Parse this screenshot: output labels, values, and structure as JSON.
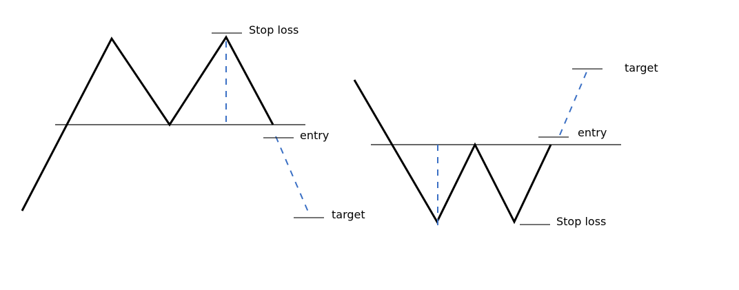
{
  "double_top": {
    "labels": {
      "stop_loss": "Stop loss",
      "entry": "entry",
      "target": "target"
    }
  },
  "double_bottom": {
    "labels": {
      "stop_loss": "Stop loss",
      "entry": "entry",
      "target": "target"
    }
  },
  "colors": {
    "price_line": "#000000",
    "neckline": "#333333",
    "projection_dash": "#3a6fc4",
    "background": "#ffffff"
  }
}
